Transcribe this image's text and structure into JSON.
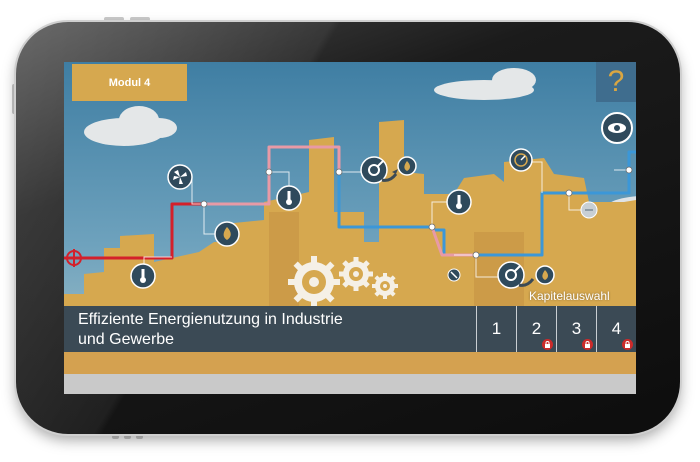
{
  "module": {
    "label": "Modul 4"
  },
  "help": {
    "symbol": "?"
  },
  "chapter_selection": {
    "label": "Kapitelauswahl"
  },
  "title": {
    "line1": "Effiziente Energienutzung in Industrie",
    "line2": "und Gewerbe"
  },
  "chapters": [
    {
      "number": "1",
      "locked": false
    },
    {
      "number": "2",
      "locked": true
    },
    {
      "number": "3",
      "locked": true
    },
    {
      "number": "4",
      "locked": true
    }
  ],
  "colors": {
    "sky": "#3e7c9e",
    "factory": "#d6a84f",
    "title_bar": "#3b4a55",
    "pipe_red": "#d4202a",
    "pipe_pink": "#e89aa6",
    "pipe_blue": "#3b97d8",
    "lock": "#cc2a2a"
  },
  "icons": [
    "fan-icon",
    "thermometer-icon",
    "flame-icon",
    "pump-icon",
    "gauge-icon",
    "eye-icon",
    "valve-icon",
    "gear-icon",
    "crosshair-icon",
    "lock-icon"
  ]
}
